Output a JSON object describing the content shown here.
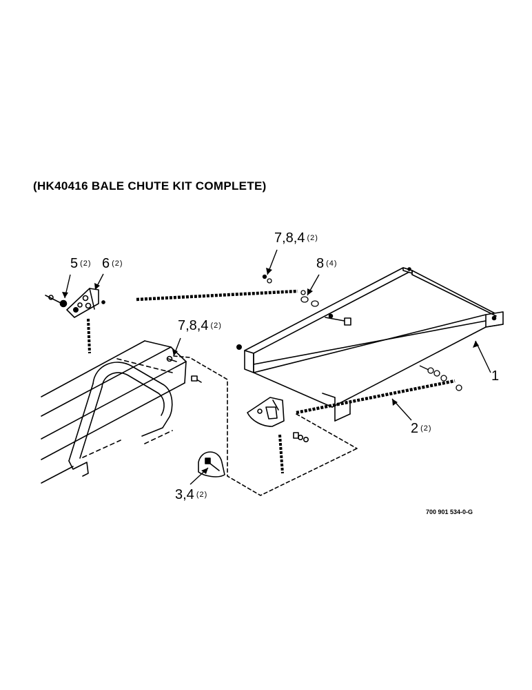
{
  "title": "(HK40416 BALE CHUTE KIT COMPLETE)",
  "drawing_number": "700 901 534-0-G",
  "callouts": [
    {
      "id": "c1",
      "label": "1",
      "qty": ""
    },
    {
      "id": "c2",
      "label": "2",
      "qty": "(2)"
    },
    {
      "id": "c34",
      "label": "3,4",
      "qty": "(2)"
    },
    {
      "id": "c5",
      "label": "5",
      "qty": "(2)"
    },
    {
      "id": "c6",
      "label": "6",
      "qty": "(2)"
    },
    {
      "id": "c784a",
      "label": "7,8,4",
      "qty": "(2)"
    },
    {
      "id": "c784b",
      "label": "7,8,4",
      "qty": "(2)"
    },
    {
      "id": "c8",
      "label": "8",
      "qty": "(4)"
    }
  ]
}
